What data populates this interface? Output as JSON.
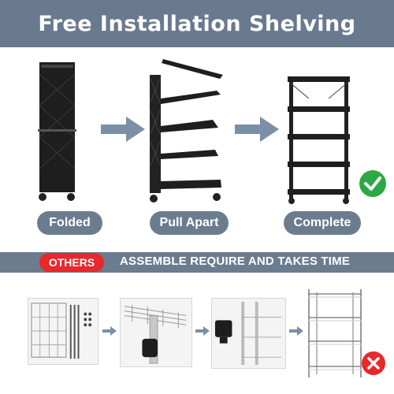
{
  "header": {
    "title": "Free Installation Shelving"
  },
  "steps": [
    {
      "label": "Folded"
    },
    {
      "label": "Pull Apart"
    },
    {
      "label": "Complete"
    }
  ],
  "colors": {
    "header_bg": "#697a8f",
    "pill_bg": "#6b7c8f",
    "check_green": "#2ea844",
    "badge_red": "#e8282b",
    "arrow_blue": "#7b8fa6"
  },
  "banner": {
    "badge": "OTHERS",
    "text": "ASSEMBLE REQUIRE AND TAKES TIME"
  },
  "icons": {
    "success": "check-circle-icon",
    "failure": "x-circle-icon"
  }
}
